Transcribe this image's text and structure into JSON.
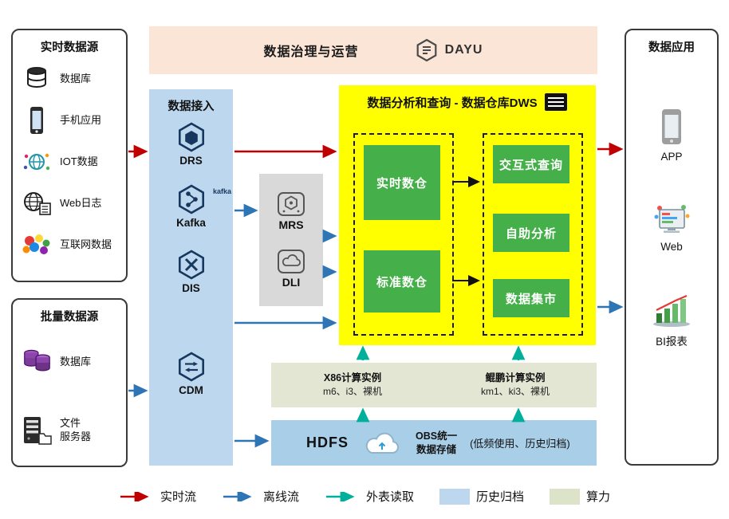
{
  "banner": {
    "title": "数据治理与运营",
    "logo": "DAYU"
  },
  "realtime_sources": {
    "title": "实时数据源",
    "items": [
      {
        "label": "数据库",
        "icon": "database-icon"
      },
      {
        "label": "手机应用",
        "icon": "phone-icon"
      },
      {
        "label": "IOT数据",
        "icon": "iot-icon"
      },
      {
        "label": "Web日志",
        "icon": "web-log-icon"
      },
      {
        "label": "互联网数据",
        "icon": "internet-data-icon"
      }
    ]
  },
  "batch_sources": {
    "title": "批量数据源",
    "items": [
      {
        "label": "数据库",
        "icon": "purple-database-icon"
      },
      {
        "label": "文件\n服务器",
        "icon": "file-server-icon"
      }
    ]
  },
  "ingestion": {
    "title": "数据接入",
    "items": [
      {
        "label": "DRS"
      },
      {
        "label": "Kafka",
        "logo": "kafka"
      },
      {
        "label": "DIS"
      },
      {
        "label": "CDM"
      }
    ]
  },
  "processing": {
    "items": [
      {
        "label": "MRS"
      },
      {
        "label": "DLI"
      }
    ]
  },
  "dws": {
    "title": "数据分析和查询 - 数据仓库DWS",
    "warehouses": [
      {
        "label": "实时数仓"
      },
      {
        "label": "标准数仓"
      }
    ],
    "services": [
      {
        "label": "交互式查询"
      },
      {
        "label": "自助分析"
      },
      {
        "label": "数据集市"
      }
    ]
  },
  "compute": {
    "x86_title": "X86计算实例",
    "x86_detail": "m6、i3、裸机",
    "kunpeng_title": "鲲鹏计算实例",
    "kunpeng_detail": "km1、ki3、裸机"
  },
  "storage": {
    "hdfs": "HDFS",
    "obs_line1": "OBS统一",
    "obs_line2": "数据存储",
    "note": "(低频使用、历史归档)"
  },
  "applications": {
    "title": "数据应用",
    "items": [
      {
        "label": "APP"
      },
      {
        "label": "Web"
      },
      {
        "label": "BI报表"
      }
    ]
  },
  "legend": {
    "realtime": "实时流",
    "offline": "离线流",
    "external": "外表读取",
    "archive": "历史归档",
    "compute": "算力"
  },
  "colors": {
    "realtime_flow": "#c00000",
    "offline_flow": "#2e75b6",
    "external_read": "#00b09b",
    "archive_bg": "#bdd7ee",
    "compute_bg": "#e2e6d3",
    "dws_bg": "#ffff00",
    "green_box": "#45b049",
    "banner_bg": "#fbe5d6",
    "ingestion_bg": "#bdd7ee",
    "processing_bg": "#d9d9d9",
    "hdfs_bg": "#a9cfe8"
  }
}
